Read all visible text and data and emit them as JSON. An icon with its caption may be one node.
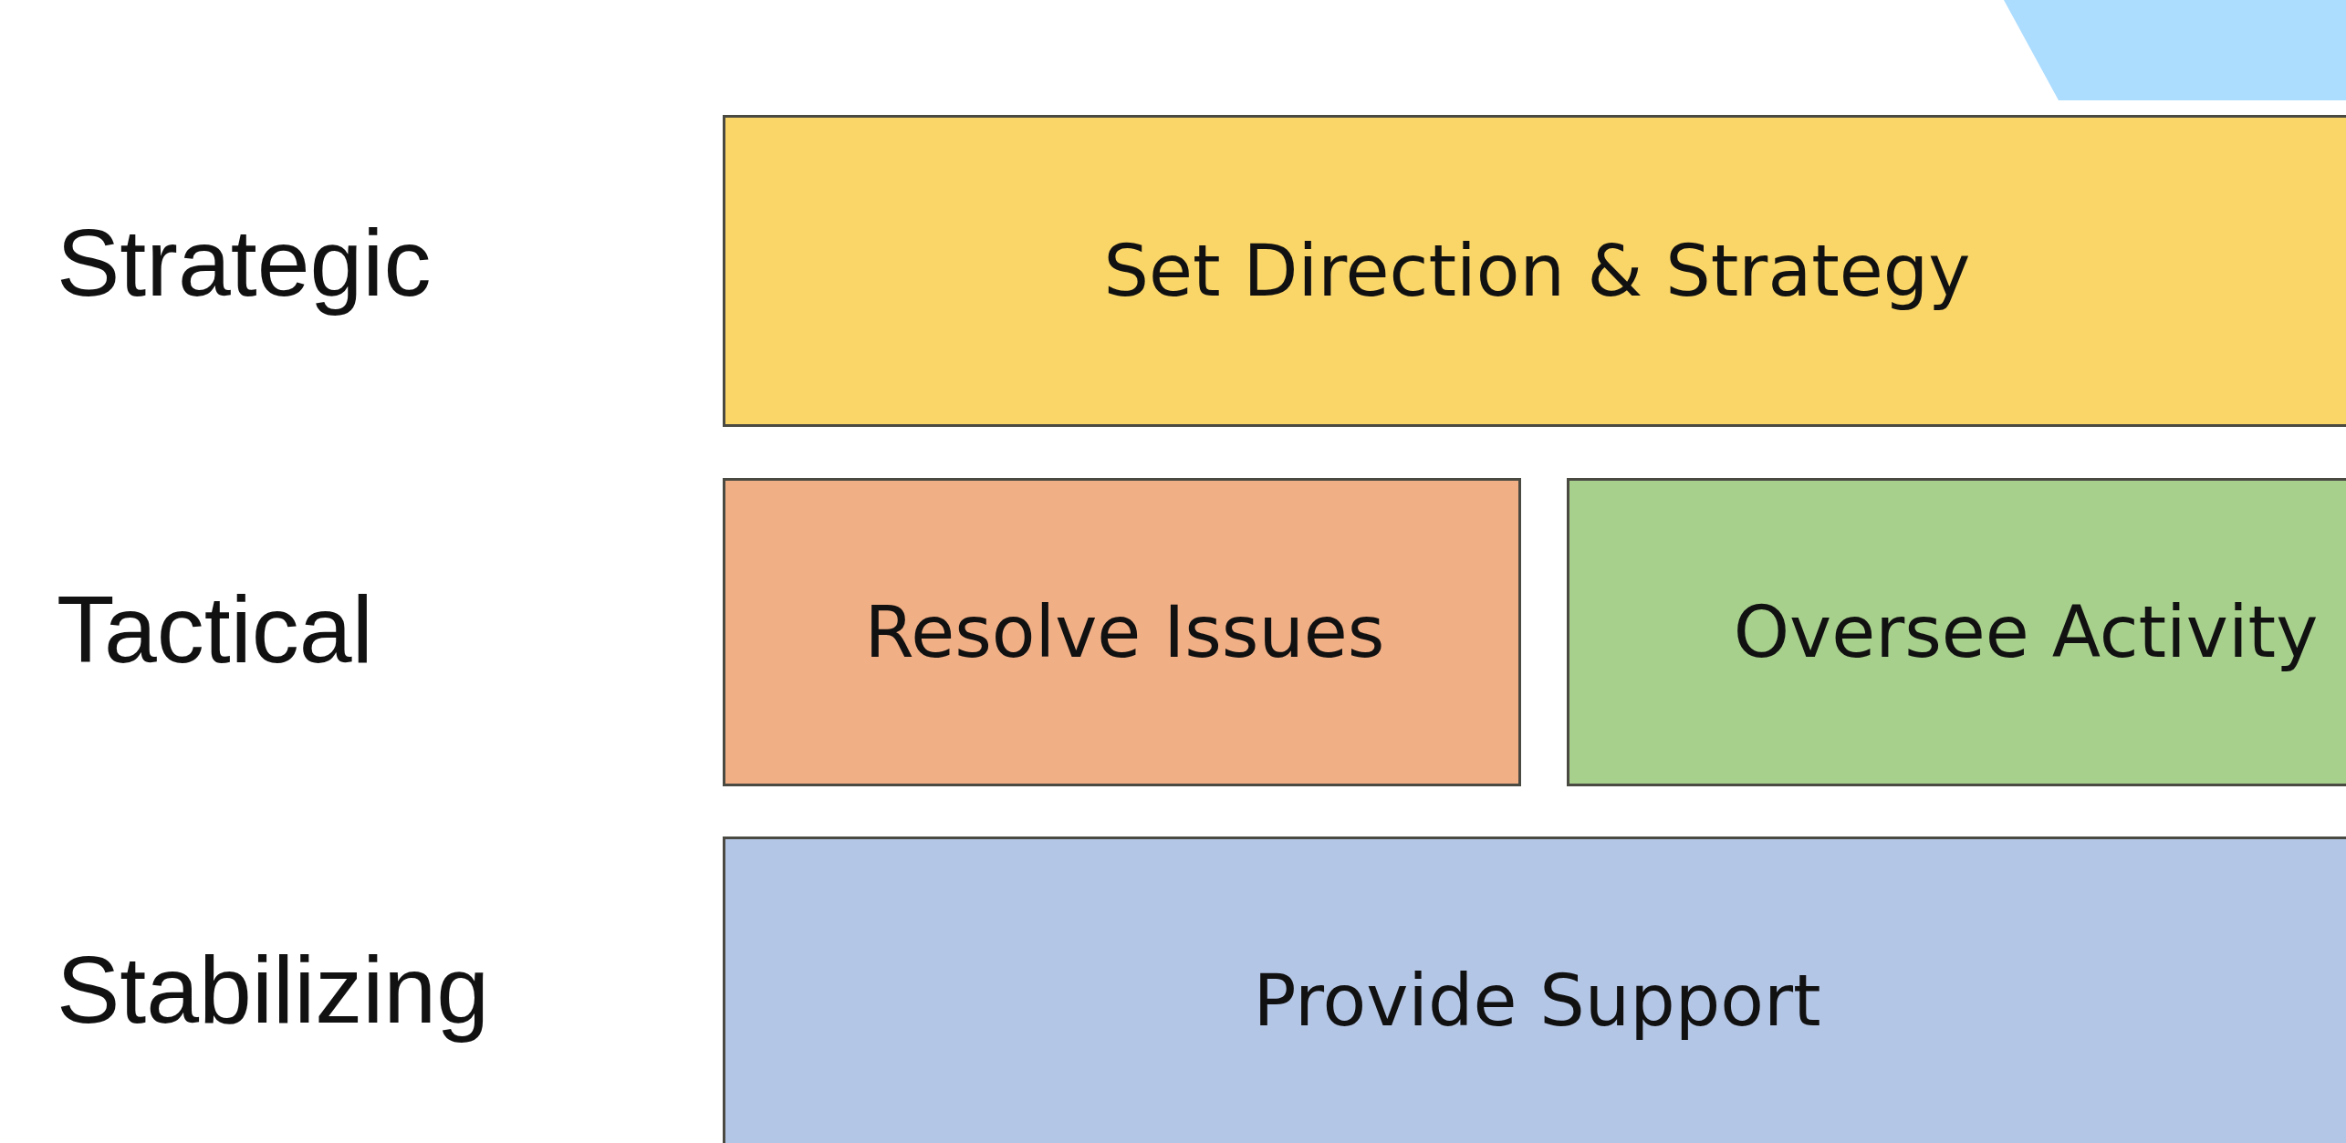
{
  "diagram": {
    "nodes": [
      {
        "text": [
          "Set Direction & Strategy"
        ]
      },
      {
        "text": [
          "Resolve Issues"
        ]
      },
      {
        "text": [
          "Oversee Activity"
        ]
      },
      {
        "text": [
          "Provide Support"
        ]
      }
    ],
    "labels": [
      "Strategic",
      "Tactical",
      "Stabilizing"
    ]
  }
}
